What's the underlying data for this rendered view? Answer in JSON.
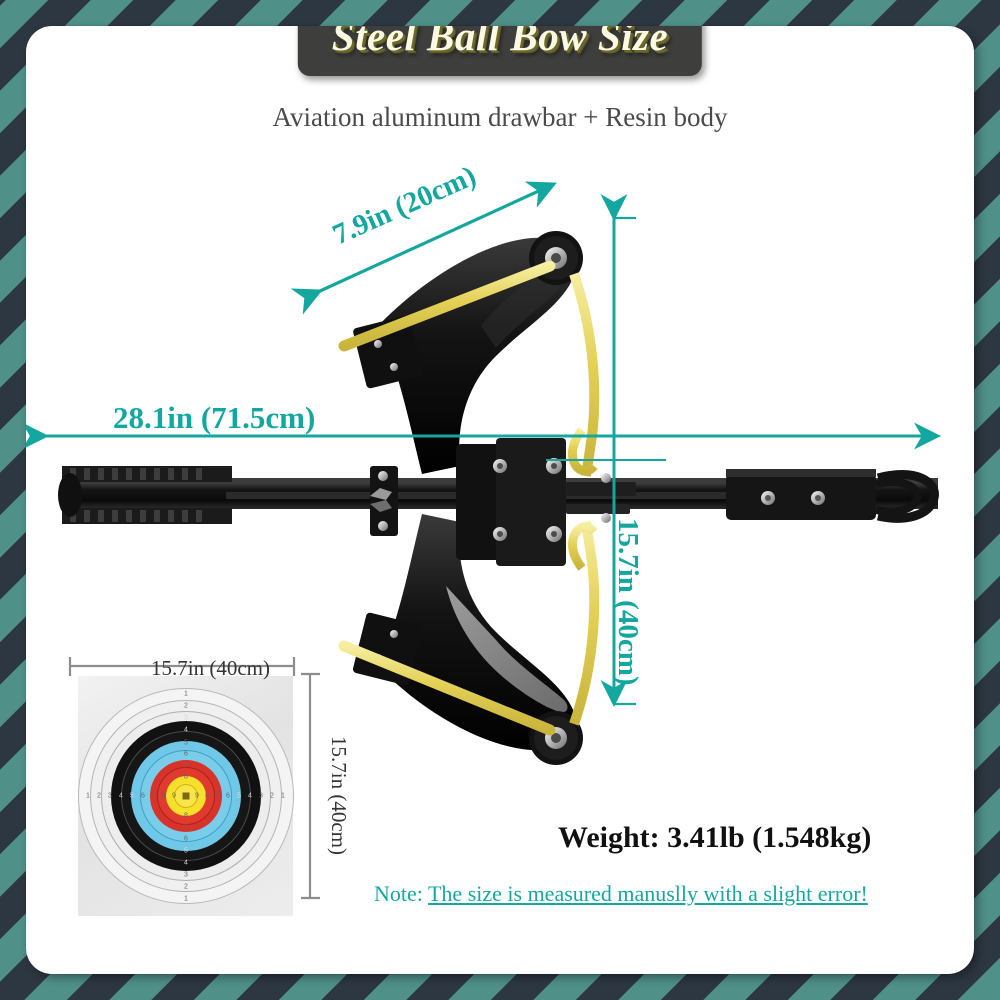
{
  "card": {
    "title": "Steel Ball Bow Size",
    "subtitle": "Aviation aluminum drawbar + Resin body"
  },
  "dimensions": {
    "limb_span": "7.9in (20cm)",
    "overall_length": "28.1in (71.5cm)",
    "overall_height": "15.7in (40cm)",
    "target_width": "15.7in (40cm)",
    "target_height": "15.7in (40cm)"
  },
  "specs": {
    "weight": "Weight: 3.41lb (1.548kg)",
    "note_prefix": "Note: ",
    "note_body": "The size is measured manuslly with a slight error!"
  },
  "target": {
    "horizontal_numbers": [
      "1",
      "2",
      "3",
      "4",
      "5",
      "6",
      "7",
      "8",
      "9",
      "9",
      "8",
      "7",
      "6",
      "5",
      "4",
      "3",
      "2",
      "1"
    ],
    "vertical_numbers": [
      "1",
      "2",
      "3",
      "4",
      "5",
      "6",
      "7",
      "8",
      "8",
      "7",
      "6",
      "5",
      "4",
      "3",
      "2",
      "1"
    ]
  },
  "colors": {
    "border_dark": "#2d3742",
    "border_teal": "#4f9089",
    "accent_teal": "#14a79f",
    "title_plate": "#3e3e3c",
    "title_text": "#fbf8e3",
    "bow_black": "#1a1a1a",
    "band_yellow": "#e8d85c"
  }
}
